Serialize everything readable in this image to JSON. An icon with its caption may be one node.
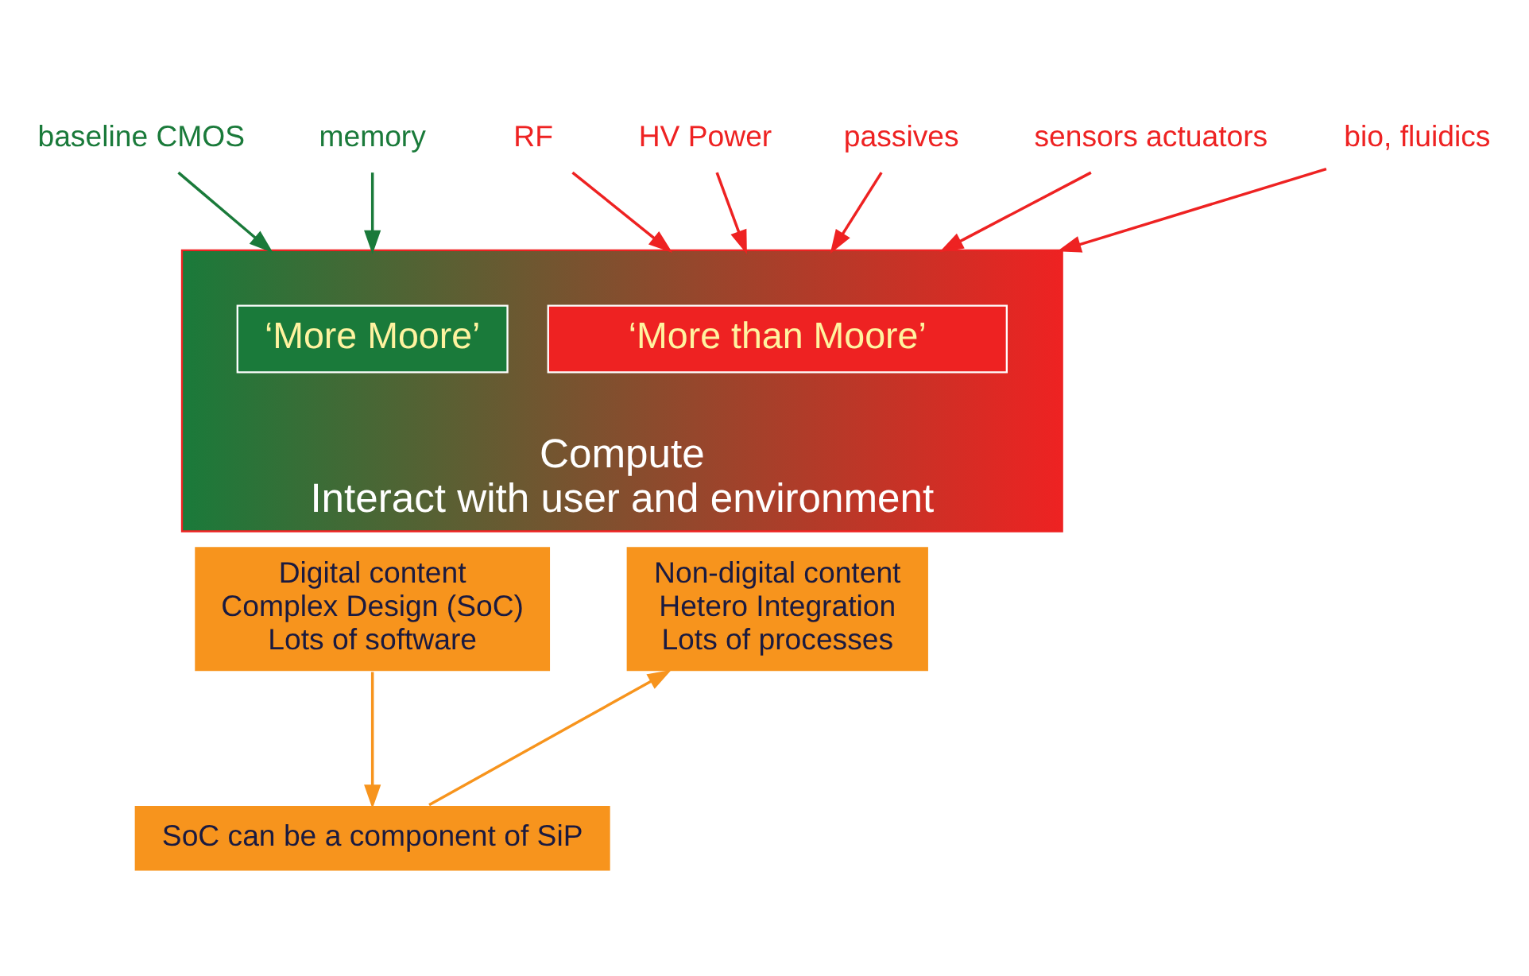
{
  "diagram": {
    "nodes": [
      {
        "text": [
          "baseline CMOS"
        ]
      },
      {
        "text": [
          "memory"
        ]
      },
      {
        "text": [
          "RF"
        ]
      },
      {
        "text": [
          "HV Power"
        ]
      },
      {
        "text": [
          "passives"
        ]
      },
      {
        "text": [
          "sensors actuators"
        ]
      },
      {
        "text": [
          "bio, fluidics"
        ]
      },
      {
        "text": [
          "Compute",
          "Interact with user and environment"
        ]
      },
      {
        "text": [
          "‘More Moore’"
        ],
        "in": 7
      },
      {
        "text": [
          "‘More than Moore’"
        ],
        "in": 7
      },
      {
        "text": [
          "Digital content Complex Design (SoC) Lots of software"
        ]
      },
      {
        "text": [
          "Non-digital content Hetero Integration Lots of processes"
        ]
      },
      {
        "text": [
          "SoC can be a component of SiP"
        ]
      }
    ],
    "edges": [
      {
        "from": 0,
        "to": 7,
        "arrow": "to",
        "color": "#1a7a3a"
      },
      {
        "from": 1,
        "to": 7,
        "arrow": "to",
        "color": "#1a7a3a"
      },
      {
        "from": 2,
        "to": 7,
        "arrow": "to"
      },
      {
        "from": 3,
        "to": 7,
        "arrow": "to"
      },
      {
        "from": 4,
        "to": 7,
        "arrow": "to"
      },
      {
        "from": 5,
        "to": 7,
        "arrow": "to"
      },
      {
        "from": 6,
        "to": 7,
        "arrow": "to"
      },
      {
        "from": 10,
        "to": 12,
        "arrow": "to",
        "color": "#f7941d"
      },
      {
        "from": 12,
        "to": 11,
        "arrow": "to",
        "color": "#f7941d"
      }
    ]
  }
}
